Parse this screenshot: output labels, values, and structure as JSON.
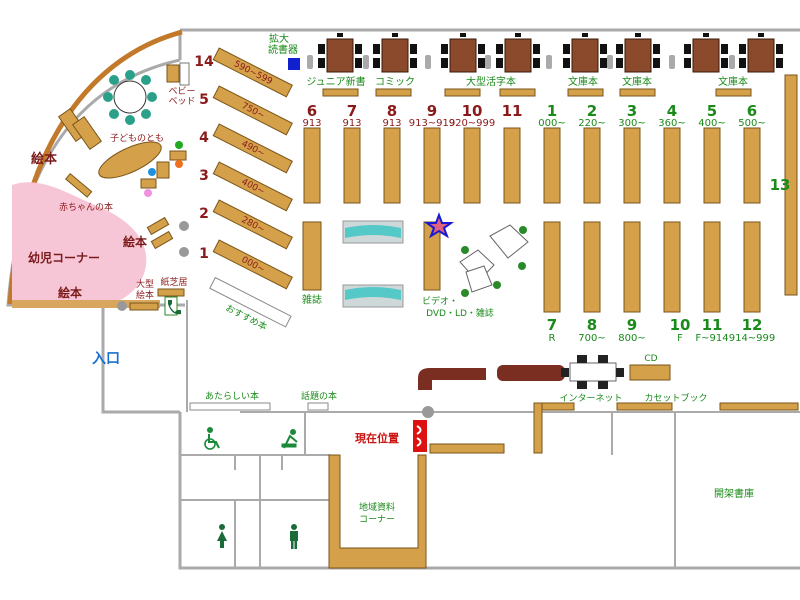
{
  "labels": {
    "kakudai": "拡大",
    "dokushoki": "読書器",
    "junior": "ジュニア新書",
    "comic": "コミック",
    "taigata_katsuji": "大型活字本",
    "bunko1": "文庫本",
    "bunko2": "文庫本",
    "bunko3": "文庫本",
    "baby_bed_1": "ベビー",
    "baby_bed_2": "ベッド",
    "kodomo_no_tomo": "子どものとも",
    "ehon_top": "絵本",
    "akachan": "赤ちゃんの本",
    "ehon_mid": "絵本",
    "youji_corner": "幼児コーナー",
    "ehon_bottom": "絵本",
    "ogata_1": "大型",
    "ogata_2": "絵本",
    "kamishibai": "紙芝居",
    "osusume": "おすすめ本",
    "zasshi": "雑誌",
    "video": "ビデオ・",
    "dvd": "DVD・LD・雑誌",
    "iriguchi": "入口",
    "cd": "CD",
    "internet": "インターネット",
    "cassette": "カセットブック",
    "atarashii": "あたらしい本",
    "wadai": "話題の本",
    "genzai": "現在位置",
    "chiiki_1": "地域資料",
    "chiiki_2": "コーナー",
    "kaika": "開架書庫"
  },
  "diag_shelves": [
    {
      "num": "14",
      "range": "590~599"
    },
    {
      "num": "5",
      "range": "750~"
    },
    {
      "num": "4",
      "range": "490~"
    },
    {
      "num": "3",
      "range": "400~"
    },
    {
      "num": "2",
      "range": "280~"
    },
    {
      "num": "1",
      "range": "000~"
    }
  ],
  "red_shelves": [
    {
      "num": "6",
      "range": "913"
    },
    {
      "num": "7",
      "range": "913"
    },
    {
      "num": "8",
      "range": "913"
    },
    {
      "num": "9",
      "range": "913~919"
    },
    {
      "num": "10",
      "range": "920~999"
    },
    {
      "num": "11",
      "range": ""
    }
  ],
  "green_shelves": [
    {
      "num": "1",
      "range": "000~"
    },
    {
      "num": "2",
      "range": "220~"
    },
    {
      "num": "3",
      "range": "300~"
    },
    {
      "num": "4",
      "range": "360~"
    },
    {
      "num": "5",
      "range": "400~"
    },
    {
      "num": "6",
      "range": "500~"
    }
  ],
  "bottom_shelves": [
    {
      "num": "7",
      "range": "R"
    },
    {
      "num": "8",
      "range": "700~"
    },
    {
      "num": "9",
      "range": "800~"
    },
    {
      "num": "10",
      "range": "F"
    },
    {
      "num": "11",
      "range": "F~914"
    },
    {
      "num": "12",
      "range": "914~999"
    }
  ],
  "side_shelf_13": "13",
  "colors": {
    "shelf": "#d4a04a",
    "shelf_stroke": "#7a5518",
    "red_text": "#8b1a1a",
    "green_text": "#1a8a1a",
    "wall": "#aaaaaa",
    "pink": "#f7c6d6",
    "table_brown": "#8b4a2b",
    "path_brown": "#7a2e22",
    "entrance_blue": "#1a6fd1"
  }
}
